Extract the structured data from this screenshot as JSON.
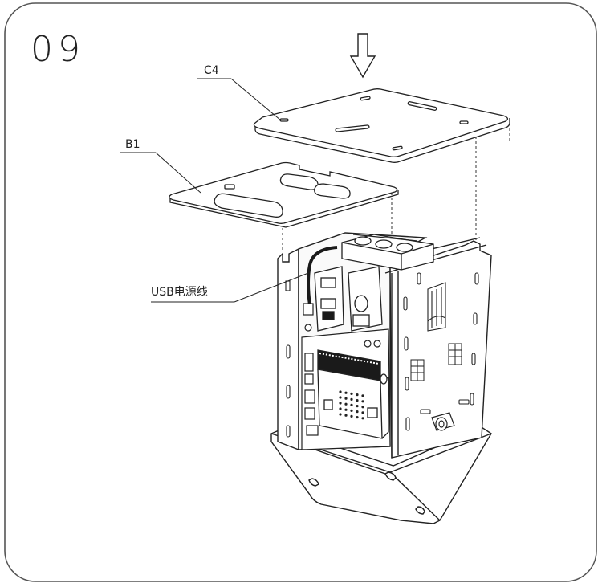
{
  "step": {
    "number": "09"
  },
  "labels": {
    "top_plate": "C4",
    "middle_plate": "B1",
    "cable": "USB电源线"
  },
  "icons": {
    "insert_direction": "down-arrow-icon"
  },
  "colors": {
    "line": "#222222",
    "frame": "#555555",
    "paper": "#ffffff",
    "dark_part": "#1a1a1a"
  }
}
